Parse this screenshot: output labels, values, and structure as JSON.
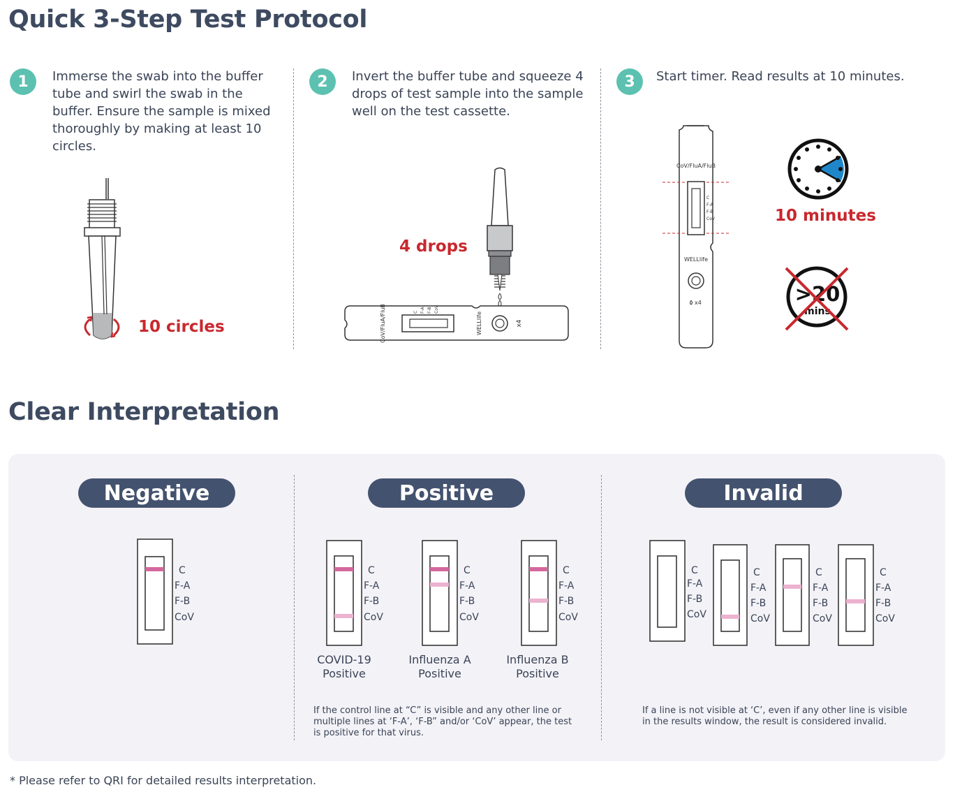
{
  "protocol": {
    "title": "Quick 3-Step Test Protocol",
    "steps": [
      {
        "number": "1",
        "text": "Immerse the swab into the buffer tube and swirl the swab in the buffer. Ensure the sample is mixed thoroughly by making at least 10 circles.",
        "label": "10 circles"
      },
      {
        "number": "2",
        "text": "Invert the buffer tube and squeeze 4 drops of test sample into the sample well on the test cassette.",
        "label": "4 drops"
      },
      {
        "number": "3",
        "text": "Start timer. Read results at 10 minutes.",
        "label": "10 minutes"
      }
    ],
    "cassette_text": {
      "brand": "WELLlife",
      "product": "CoV/FluA/FluB",
      "drops": "x4",
      "markers": [
        "C",
        "F-A",
        "F-B",
        "CoV"
      ]
    },
    "overtime": {
      "value": ">20",
      "unit": "mins"
    }
  },
  "interpretation": {
    "title": "Clear Interpretation",
    "line_labels": [
      "C",
      "F-A",
      "F-B",
      "CoV"
    ],
    "sections": {
      "negative": {
        "label": "Negative"
      },
      "positive": {
        "label": "Positive",
        "captions": [
          {
            "line1": "COVID-19",
            "line2": "Positive"
          },
          {
            "line1": "Influenza A",
            "line2": "Positive"
          },
          {
            "line1": "Influenza B",
            "line2": "Positive"
          }
        ],
        "note": "If the control line at “C” is visible and any other line or multiple lines at ‘F-A’, ‘F-B” and/or ‘CoV’ appear, the test is positive for that virus."
      },
      "invalid": {
        "label": "Invalid",
        "note": "If a line is not visible at ‘C’, even if any other line is visible in the results window, the result is considered invalid."
      }
    },
    "colors": {
      "strong_line": "#d4689e",
      "faint_line": "#ecb2d0"
    }
  },
  "footnote": "* Please refer to QRI for detailed results interpretation."
}
